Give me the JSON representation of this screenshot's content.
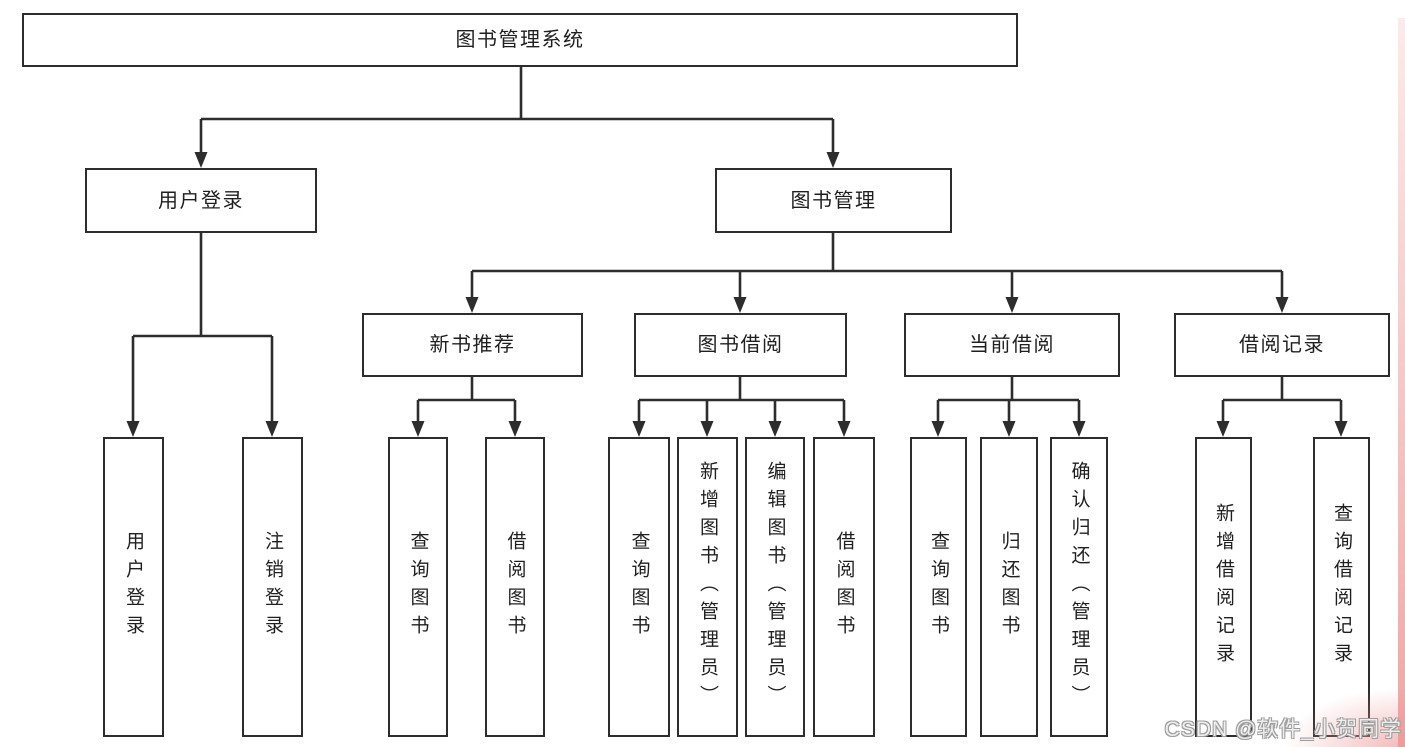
{
  "diagram": {
    "title": "图书管理系统",
    "root": "图书管理系统",
    "level2": [
      "用户登录",
      "图书管理"
    ],
    "level3": [
      "新书推荐",
      "图书借阅",
      "当前借阅",
      "借阅记录"
    ],
    "leaves": {
      "user_login": [
        "用户登录",
        "注销登录"
      ],
      "new_books": [
        "查询图书",
        "借阅图书"
      ],
      "borrow": [
        "查询图书",
        "新增图书（管理员）",
        "编辑图书（管理员）",
        "借阅图书"
      ],
      "current": [
        "查询图书",
        "归还图书",
        "确认归还（管理员）"
      ],
      "records": [
        "新增借阅记录",
        "查询借阅记录"
      ]
    }
  },
  "watermark": {
    "text": "CSDN @软件_小贺同学"
  },
  "colors": {
    "line": "#2d2d2d",
    "box_background": "#ffffff",
    "watermark_gray": "#9c9c9c",
    "watermark_pink": "#ef9494"
  }
}
